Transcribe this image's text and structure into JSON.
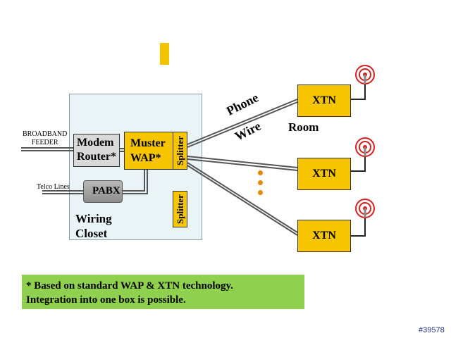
{
  "diagram": {
    "broadband_feeder": "BROADBAND\nFEEDER",
    "telco_lines": "Telco Lines",
    "modem_router": [
      "Modem",
      "Router*"
    ],
    "muster_wap": [
      "Muster",
      "WAP*"
    ],
    "splitter_top": "Splitter",
    "splitter_bottom": "Splitter",
    "pabx": "PABX",
    "wiring_closet": [
      "Wiring",
      "Closet"
    ],
    "phone_label": "Phone",
    "wire_label": "Wire",
    "room_label": "Room",
    "xtn_units": [
      "XTN",
      "XTN",
      "XTN"
    ],
    "footnote": [
      "* Based on standard WAP & XTN technology.",
      "Integration into one box is possible."
    ],
    "reference": "#39578"
  },
  "colors": {
    "device_yellow": "#f7c600",
    "closet_bg": "#eaf4f6",
    "note_green": "#8fd14f",
    "antenna_red": "#d42020",
    "dots_orange": "#e08a00"
  },
  "icons": [
    "antenna-icon"
  ]
}
